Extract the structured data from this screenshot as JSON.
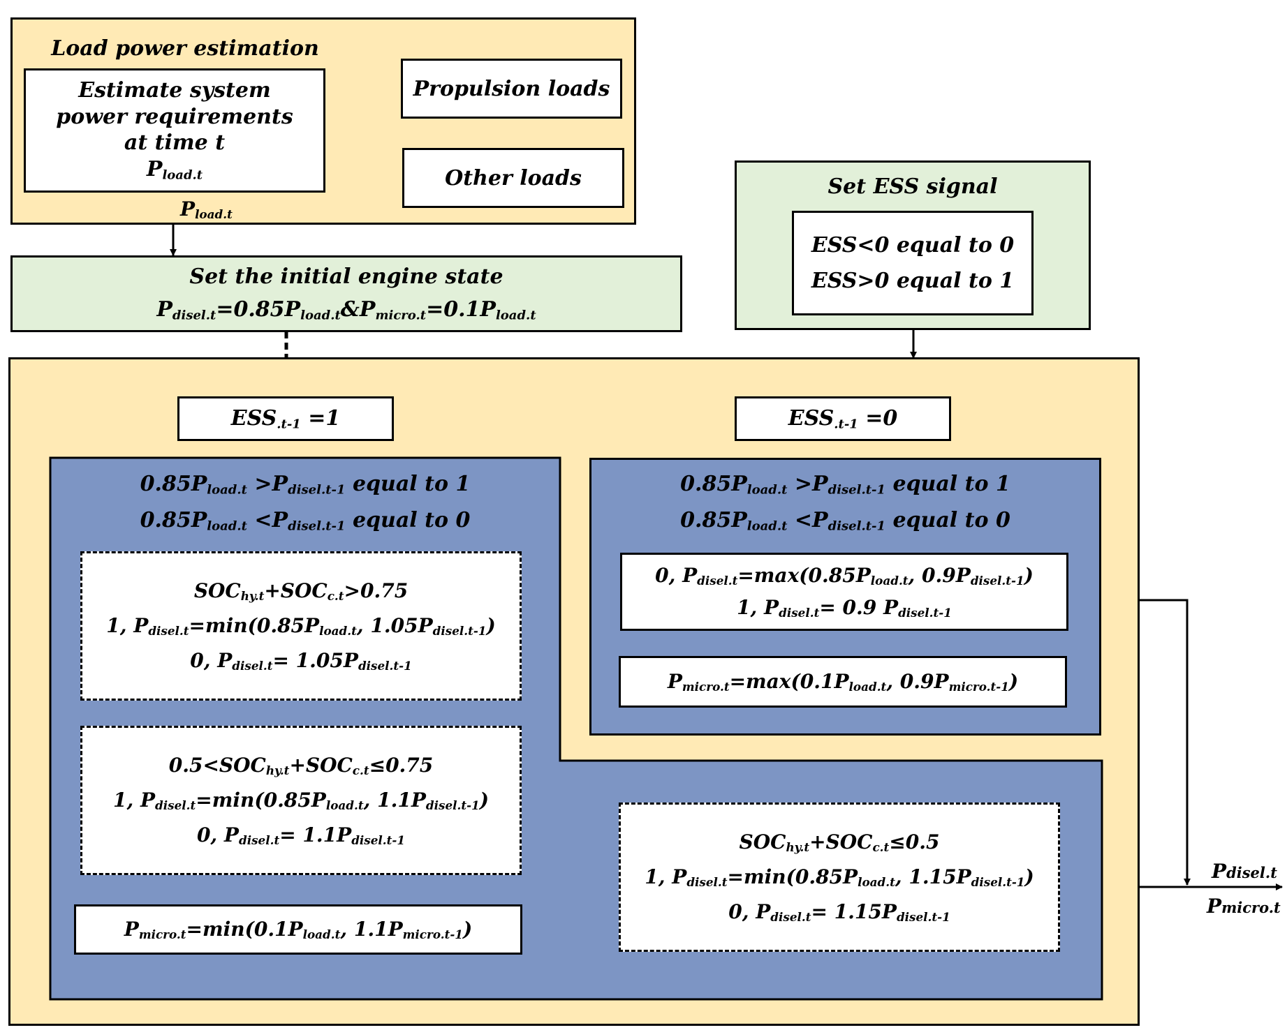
{
  "load_estimation": {
    "title": "Load power estimation",
    "estimate_box": {
      "line1": "Estimate system",
      "line2": "power requirements",
      "line3": "at time t",
      "p_main": "P",
      "p_sub": "load.t"
    },
    "propulsion_loads": "Propulsion loads",
    "other_loads": "Other loads",
    "output_label": {
      "main": "P",
      "sub": "load.t"
    }
  },
  "initial_state": {
    "title": "Set the initial engine state",
    "formula": [
      {
        "t": "P"
      },
      {
        "s": "disel.t"
      },
      {
        "t": "=0.85P"
      },
      {
        "s": "load.t"
      },
      {
        "t": "&P"
      },
      {
        "s": "micro.t"
      },
      {
        "t": "=0.1P"
      },
      {
        "s": "load.t"
      }
    ]
  },
  "ess_signal": {
    "title": "Set ESS signal",
    "line1": "ESS<0 equal to 0",
    "line2": "ESS>0 equal to 1"
  },
  "ess_branch_1": {
    "pre": "ESS",
    "sub": ".t-1",
    "post": " =1"
  },
  "ess_branch_0": {
    "pre": "ESS",
    "sub": ".t-1",
    "post": " =0"
  },
  "left_panel": {
    "cond1": [
      {
        "t": "0.85P"
      },
      {
        "s": "load.t"
      },
      {
        "t": " >P"
      },
      {
        "s": "disel.t-1"
      },
      {
        "t": " equal to 1"
      }
    ],
    "cond2": [
      {
        "t": "0.85P"
      },
      {
        "s": "load.t"
      },
      {
        "t": " <P"
      },
      {
        "s": "disel.t-1"
      },
      {
        "t": " equal to 0"
      }
    ],
    "soc_high": {
      "head": [
        {
          "t": "SOC"
        },
        {
          "s": "hy.t"
        },
        {
          "t": "+SOC"
        },
        {
          "s": "c.t"
        },
        {
          "t": ">0.75"
        }
      ],
      "case1": [
        {
          "t": "1, P"
        },
        {
          "s": "disel.t"
        },
        {
          "t": "=min(0.85P"
        },
        {
          "s": "load.t"
        },
        {
          "t": ", 1.05P"
        },
        {
          "s": "disel.t-1"
        },
        {
          "t": ")"
        }
      ],
      "case0": [
        {
          "t": "0, P"
        },
        {
          "s": "disel.t"
        },
        {
          "t": "= 1.05P"
        },
        {
          "s": "disel.t-1"
        }
      ]
    },
    "soc_mid": {
      "head": [
        {
          "t": "0.5<SOC"
        },
        {
          "s": "hy.t"
        },
        {
          "t": "+SOC"
        },
        {
          "s": "c.t"
        },
        {
          "t": "≤0.75"
        }
      ],
      "case1": [
        {
          "t": "1, P"
        },
        {
          "s": "disel.t"
        },
        {
          "t": "=min(0.85P"
        },
        {
          "s": "load.t"
        },
        {
          "t": ", 1.1P"
        },
        {
          "s": "disel.t-1"
        },
        {
          "t": ")"
        }
      ],
      "case0": [
        {
          "t": "0, P"
        },
        {
          "s": "disel.t"
        },
        {
          "t": "= 1.1P"
        },
        {
          "s": "disel.t-1"
        }
      ]
    },
    "micro": [
      {
        "t": "P"
      },
      {
        "s": "micro.t"
      },
      {
        "t": "=min(0.1P"
      },
      {
        "s": "load.t"
      },
      {
        "t": ", 1.1P"
      },
      {
        "s": "micro.t-1"
      },
      {
        "t": ")"
      }
    ],
    "soc_low": {
      "head": [
        {
          "t": "SOC"
        },
        {
          "s": "hy.t"
        },
        {
          "t": "+SOC"
        },
        {
          "s": "c.t"
        },
        {
          "t": "≤0.5"
        }
      ],
      "case1": [
        {
          "t": "1, P"
        },
        {
          "s": "disel.t"
        },
        {
          "t": "=min(0.85P"
        },
        {
          "s": "load.t"
        },
        {
          "t": ", 1.15P"
        },
        {
          "s": "disel.t-1"
        },
        {
          "t": ")"
        }
      ],
      "case0": [
        {
          "t": "0, P"
        },
        {
          "s": "disel.t"
        },
        {
          "t": "= 1.15P"
        },
        {
          "s": "disel.t-1"
        }
      ]
    }
  },
  "right_panel": {
    "cond1": [
      {
        "t": "0.85P"
      },
      {
        "s": "load.t"
      },
      {
        "t": " >P"
      },
      {
        "s": "disel.t-1"
      },
      {
        "t": " equal to 1"
      }
    ],
    "cond2": [
      {
        "t": "0.85P"
      },
      {
        "s": "load.t"
      },
      {
        "t": " <P"
      },
      {
        "s": "disel.t-1"
      },
      {
        "t": " equal to 0"
      }
    ],
    "case0": [
      {
        "t": "0, P"
      },
      {
        "s": "disel.t"
      },
      {
        "t": "=max(0.85P"
      },
      {
        "s": "load.t"
      },
      {
        "t": ", 0.9P"
      },
      {
        "s": "disel.t-1"
      },
      {
        "t": ")"
      }
    ],
    "case1": [
      {
        "t": "1, P"
      },
      {
        "s": "disel.t"
      },
      {
        "t": "= 0.9 P"
      },
      {
        "s": "disel.t-1"
      }
    ],
    "micro": [
      {
        "t": "P"
      },
      {
        "s": "micro.t"
      },
      {
        "t": "=max(0.1P"
      },
      {
        "s": "load.t"
      },
      {
        "t": ", 0.9P"
      },
      {
        "s": "micro.t-1"
      },
      {
        "t": ")"
      }
    ]
  },
  "outputs": {
    "p_disel": "Pdisel.t",
    "p_micro": "Pmicro.t"
  }
}
